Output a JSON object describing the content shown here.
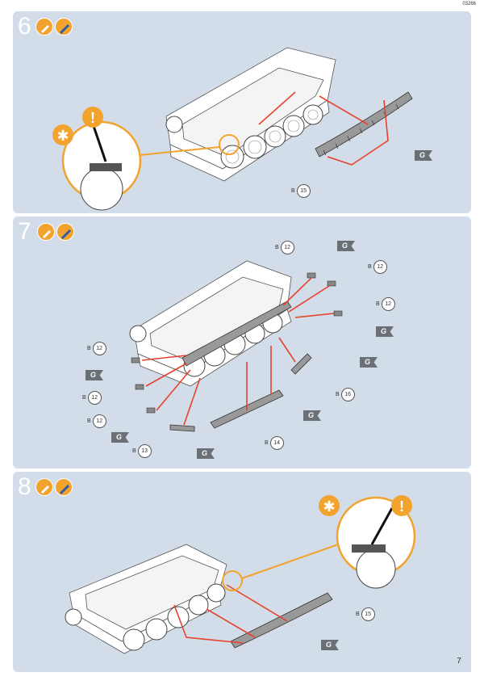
{
  "doc_code": "03266",
  "page_number": "7",
  "steps": [
    {
      "number": "6",
      "icons": [
        "glue-icon",
        "paint-brush-icon"
      ],
      "part_labels": [
        {
          "prefix": "B",
          "number": "15"
        }
      ],
      "color_flags": [
        "G"
      ],
      "detail_icons": [
        "asterisk-icon",
        "exclamation-icon"
      ]
    },
    {
      "number": "7",
      "icons": [
        "glue-icon",
        "paint-brush-icon"
      ],
      "part_labels": [
        {
          "prefix": "B",
          "number": "12"
        },
        {
          "prefix": "B",
          "number": "12"
        },
        {
          "prefix": "B",
          "number": "12"
        },
        {
          "prefix": "B",
          "number": "12"
        },
        {
          "prefix": "B",
          "number": "12"
        },
        {
          "prefix": "B",
          "number": "12"
        },
        {
          "prefix": "B",
          "number": "16"
        },
        {
          "prefix": "B",
          "number": "14"
        },
        {
          "prefix": "B",
          "number": "13"
        }
      ],
      "color_flags": [
        "G",
        "G",
        "G",
        "G",
        "G",
        "G",
        "G"
      ]
    },
    {
      "number": "8",
      "icons": [
        "glue-icon",
        "paint-brush-icon"
      ],
      "part_labels": [
        {
          "prefix": "B",
          "number": "15"
        }
      ],
      "color_flags": [
        "G"
      ],
      "detail_icons": [
        "asterisk-icon",
        "exclamation-icon"
      ]
    }
  ]
}
